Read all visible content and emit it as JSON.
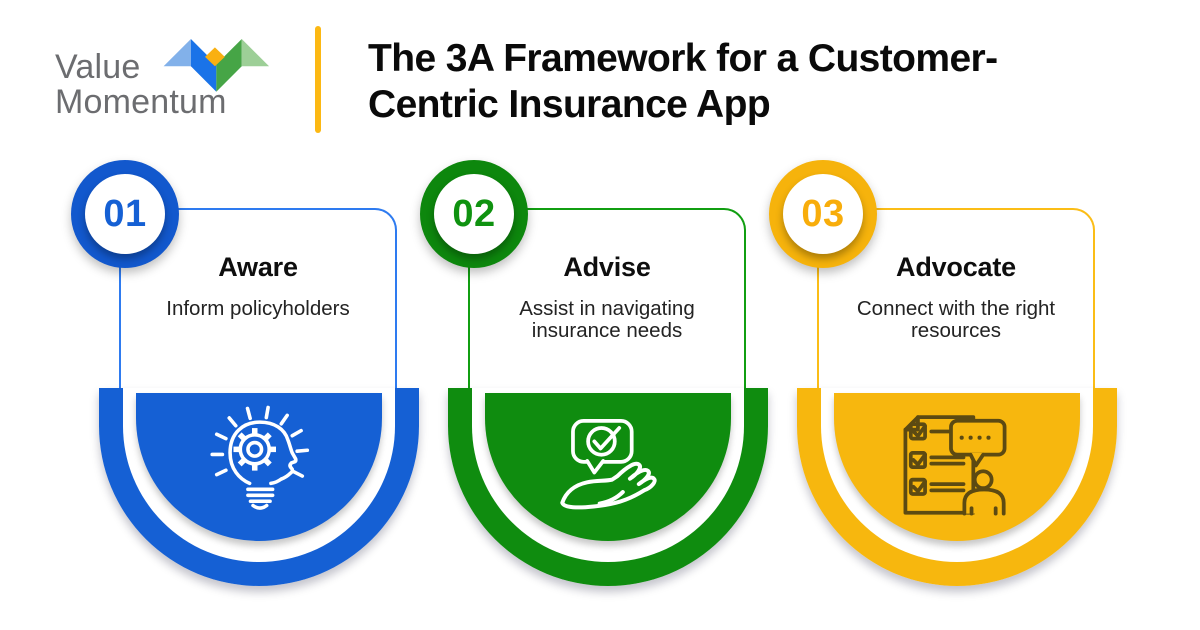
{
  "header": {
    "logo": {
      "line1": "Value",
      "line2": "Momentum",
      "text_color": "#6c6d70",
      "mark_colors": {
        "light_blue": "#82b1ea",
        "blue": "#1a73e8",
        "green": "#46a546",
        "light_green": "#9dcf97",
        "yellow": "#f9b011"
      }
    },
    "divider_color": "#fcb813",
    "title_line1": "The 3A Framework for a Customer-",
    "title_line2": "Centric Insurance App",
    "title_color": "#0a0a0a"
  },
  "cards": [
    {
      "number": "01",
      "title": "Aware",
      "description_lines": [
        "Inform policyholders"
      ],
      "icon": "lightbulb-gear-head-icon",
      "icon_stroke": "#ffffff",
      "colors": {
        "ring": "#1258cd",
        "border": "#2e7bf0",
        "fill": "#1560d4",
        "number": "#1560d4"
      }
    },
    {
      "number": "02",
      "title": "Advise",
      "description_lines": [
        "Assist in navigating",
        "insurance needs"
      ],
      "icon": "hand-holding-check-bubble-icon",
      "icon_stroke": "#ffffff",
      "colors": {
        "ring": "#0d870d",
        "border": "#119e11",
        "fill": "#0f8c0f",
        "number": "#0f9210"
      }
    },
    {
      "number": "03",
      "title": "Advocate",
      "description_lines": [
        "Connect with the right",
        "resources"
      ],
      "icon": "checklist-person-chat-icon",
      "icon_stroke": "#5c4a12",
      "colors": {
        "ring": "#f6b30c",
        "border": "#fbbd17",
        "fill": "#f7b70e",
        "number": "#f8ad0b"
      }
    }
  ]
}
